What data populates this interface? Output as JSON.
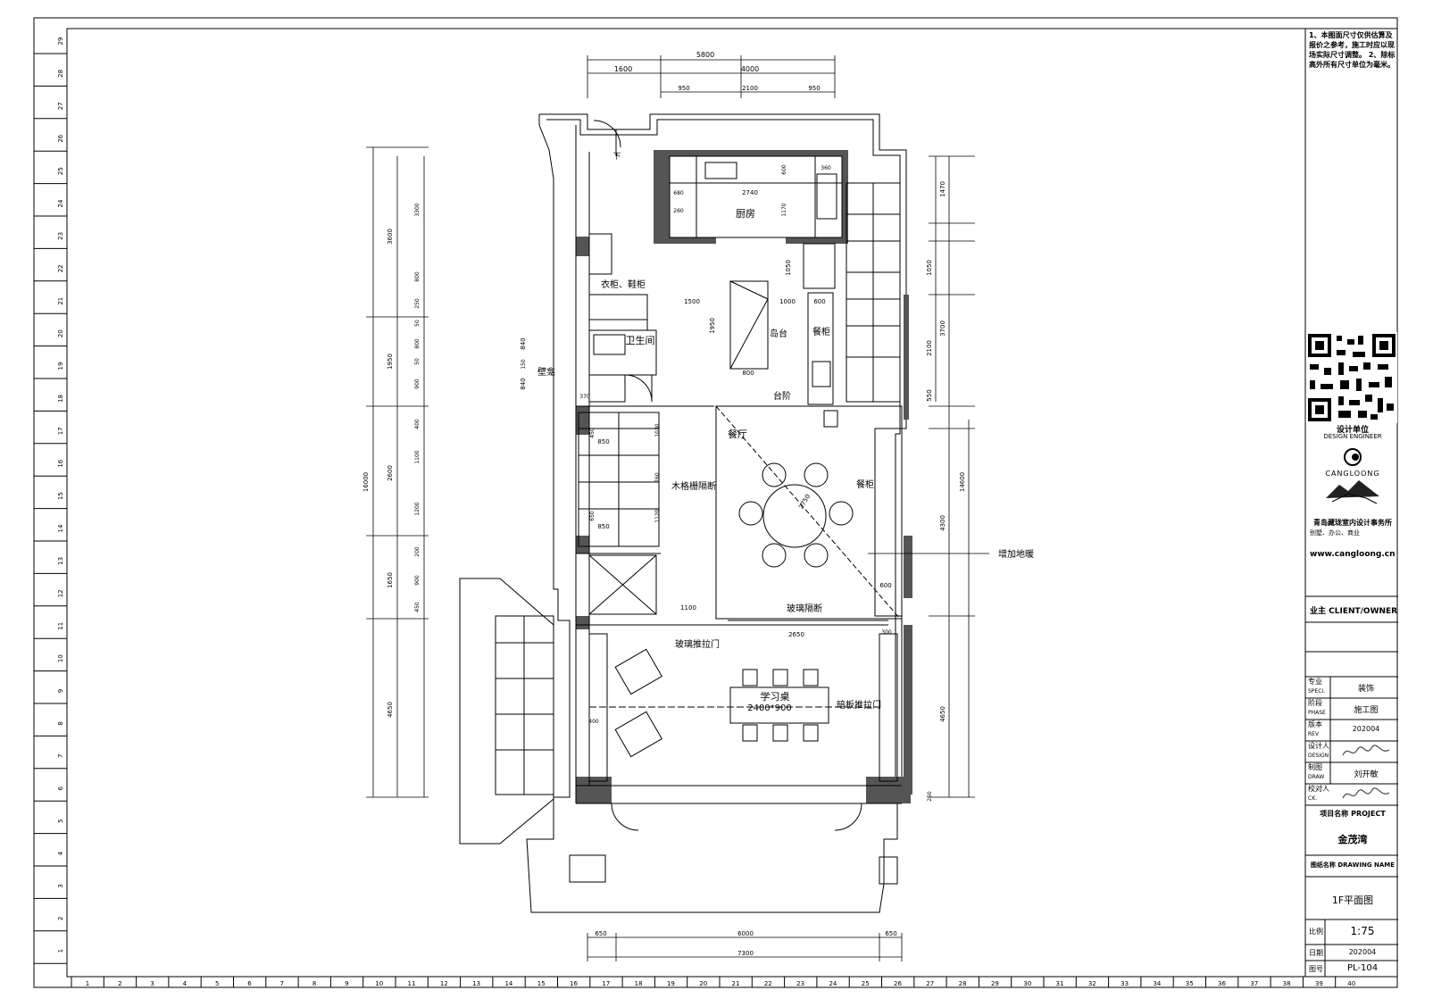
{
  "dims": {
    "top_total": "5800",
    "top_left": "1600",
    "top_right": "4000",
    "top_sub_a": "950",
    "top_sub_b": "2100",
    "top_sub_c": "950",
    "bottom_total": "7300",
    "bottom_left": "650",
    "bottom_mid": "6000",
    "bottom_right": "650",
    "left_total": "16000",
    "left_a": "3600",
    "left_b": "1950",
    "left_c": "2600",
    "left_d": "1650",
    "left_e": "4650",
    "left2_a": "3300",
    "left2_b": "800",
    "left2_c": "250",
    "left2_d": "50",
    "left2_e": "800",
    "left2_f": "50",
    "left2_g": "900",
    "left2_h": "400",
    "left2_i": "1100",
    "left2_j": "1200",
    "left2_k": "200",
    "left2_l": "900",
    "left2_m": "450",
    "right_a": "1470",
    "right_b": "1050",
    "right_c": "3700",
    "right_d": "2100",
    "right_e": "550",
    "right_f": "14600",
    "right_g": "4300",
    "right_h": "4650",
    "right_i": "250",
    "kitchen_2740": "2740",
    "kitchen_600": "600",
    "kitchen_680": "680",
    "kitchen_1170": "1170",
    "kitchen_360": "360",
    "kitchen_260": "260",
    "dim_1050": "1050",
    "dim_1500": "1500",
    "dim_1000": "1000",
    "dim_600a": "600",
    "dim_1950": "1950",
    "dim_800": "800",
    "dim_840a": "840",
    "dim_840b": "840",
    "dim_150": "150",
    "dim_370": "370",
    "dim_450": "450",
    "dim_850a": "850",
    "dim_1030": "1030",
    "dim_760": "760",
    "dim_850b": "850",
    "dim_650": "650",
    "dim_1120": "1120",
    "dim_1100": "1100",
    "dim_2750": "2750",
    "dim_600b": "600",
    "dim_2650": "2650",
    "dim_300": "300",
    "dim_400": "400"
  },
  "rooms": {
    "kitchen": "厨房",
    "wardrobe": "衣柜、鞋柜",
    "bathroom": "卫生间",
    "wall_cabinet": "壁龛",
    "island": "岛台",
    "sideboard": "餐柜",
    "step": "台阶",
    "dining": "餐厅",
    "sideboard2": "餐柜",
    "stair_partition": "木格栅隔断",
    "glass_partition": "玻璃隔断",
    "floor_heating": "增加地暖",
    "glass_door": "玻璃推拉门",
    "study_desk": "学习桌",
    "study_desk_size": "2400*900",
    "wood_door": "暗板推拉门",
    "down": "下"
  },
  "grid": {
    "bottom": [
      "1",
      "2",
      "3",
      "4",
      "5",
      "6",
      "7",
      "8",
      "9",
      "10",
      "11",
      "12",
      "13",
      "14",
      "15",
      "16",
      "17",
      "18",
      "19",
      "20",
      "21",
      "22",
      "23",
      "24",
      "25",
      "26",
      "27",
      "28",
      "29",
      "30",
      "31",
      "32",
      "33",
      "34",
      "35",
      "36",
      "37",
      "38",
      "39",
      "40"
    ],
    "left": [
      "29",
      "28",
      "27",
      "26",
      "25",
      "24",
      "23",
      "22",
      "21",
      "20",
      "19",
      "18",
      "17",
      "16",
      "15",
      "14",
      "13",
      "12",
      "11",
      "10",
      "9",
      "8",
      "7",
      "6",
      "5",
      "4",
      "3",
      "2",
      "1"
    ]
  },
  "titleblock": {
    "notes": "1、本图面尺寸仅供估算及报价之参考，施工时应以现场实际尺寸调整。 2、除标高外所有尺寸单位为毫米。",
    "design_unit": "设计单位",
    "design_unit_en": "DESIGN ENGINEER",
    "brand": "CANGLOONG",
    "company": "青岛藏珑室内设计事务所",
    "company_sub": "别墅、办公、商业",
    "website": "www.cangloong.cn",
    "client": "业主 CLIENT/OWNER",
    "spec_label": "专业",
    "spec_label_en": "SPECI.",
    "spec_value": "装饰",
    "phase_label": "阶段",
    "phase_label_en": "PHASE",
    "phase_value": "施工图",
    "rev_label": "版本",
    "rev_label_en": "REV",
    "rev_value": "202004",
    "design_label": "设计人",
    "design_label_en": "DESIGN",
    "draw_label": "制图",
    "draw_label_en": "DRAW",
    "draw_value": "刘开敏",
    "check_label": "校对人",
    "check_label_en": "CK.",
    "project_label": "项目名称 PROJECT",
    "project_value": "金茂湾",
    "drawing_label": "图纸名称 DRAWING NAME",
    "drawing_value": "1F平面图",
    "scale_label": "比例",
    "scale_value": "1:75",
    "date_label": "日期",
    "date_value": "202004",
    "no_label": "图号",
    "no_value": "PL-104"
  }
}
